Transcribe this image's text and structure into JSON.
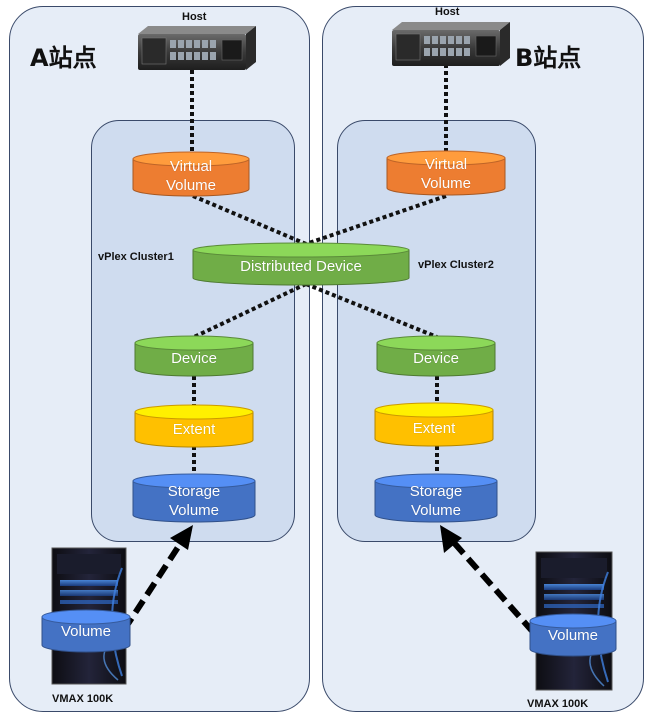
{
  "sites": {
    "a": {
      "title": "A站点",
      "host_label": "Host",
      "cluster_label": "vPlex Cluster1",
      "array_label": "VMAX 100K"
    },
    "b": {
      "title": "B站点",
      "host_label": "Host",
      "cluster_label": "vPlex Cluster2",
      "array_label": "VMAX 100K"
    }
  },
  "layers": {
    "virtual_volume": [
      "Virtual",
      "Volume"
    ],
    "distributed_device": "Distributed Device",
    "device": "Device",
    "extent": "Extent",
    "storage_volume": [
      "Storage",
      "Volume"
    ],
    "array_volume": "Volume"
  },
  "colors": {
    "virtual_volume": "#ed7d31",
    "distributed_device": "#70ad47",
    "device": "#70ad47",
    "extent": "#ffc000",
    "storage_volume": "#4472c4",
    "array_volume": "#4472c4"
  }
}
